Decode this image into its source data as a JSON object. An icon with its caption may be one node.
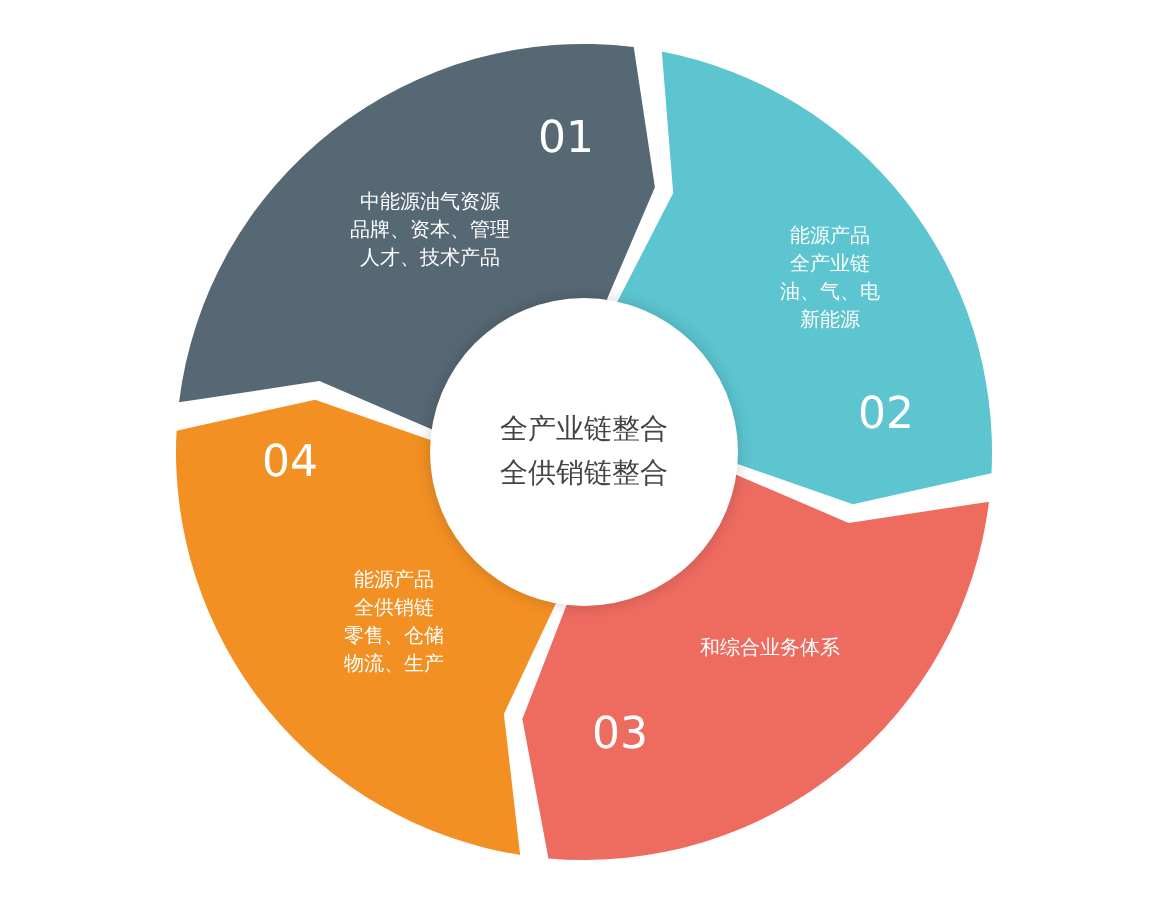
{
  "diagram": {
    "nodes": [
      {
        "text": [
          "01",
          "中能源油气资源",
          "品牌、资本、管理",
          "人才、技术产品"
        ]
      },
      {
        "text": [
          "02",
          "能源产品",
          "全产业链",
          "油、气、电",
          "新能源"
        ]
      },
      {
        "text": [
          "03",
          "和综合业务体系"
        ]
      },
      {
        "text": [
          "04",
          "能源产品",
          "全供销链",
          "零售、仓储",
          "物流、生产"
        ]
      },
      {
        "text": [
          "全产业链整合",
          "全供销链整合"
        ]
      }
    ]
  }
}
